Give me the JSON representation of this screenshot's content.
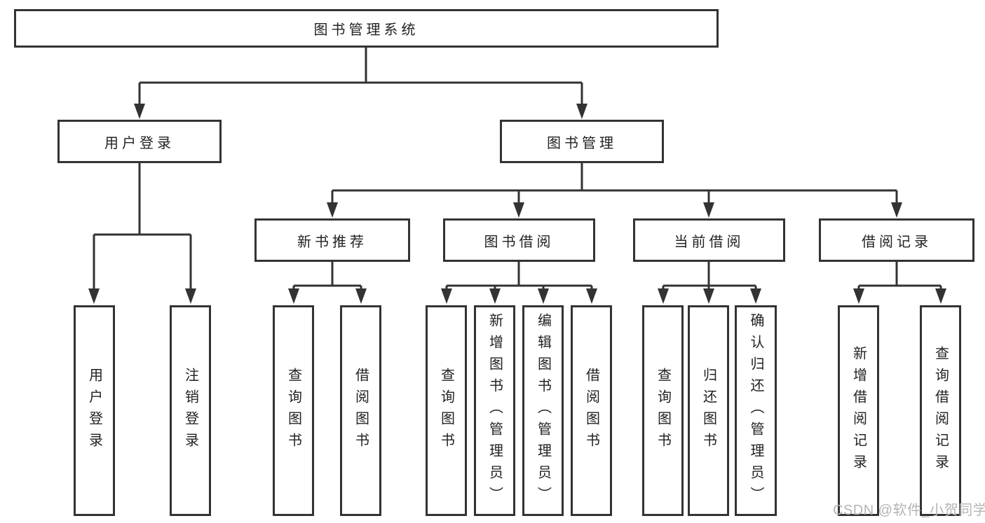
{
  "colors": {
    "line": "#333333",
    "box_border": "#333333",
    "text": "#222222",
    "watermark": "#b5b5b5",
    "background": "#ffffff"
  },
  "watermark": {
    "text": "CSDN @软件_小贺同学"
  },
  "nodes": {
    "root": {
      "label": "图书管理系统"
    },
    "user_login": {
      "label": "用户登录"
    },
    "book_mgmt": {
      "label": "图书管理"
    },
    "new_book_rec": {
      "label": "新书推荐"
    },
    "book_borrow": {
      "label": "图书借阅"
    },
    "current_borrow": {
      "label": "当前借阅"
    },
    "borrow_record": {
      "label": "借阅记录"
    },
    "leaf_user_login": {
      "label": "用户登录"
    },
    "leaf_logout": {
      "label": "注销登录"
    },
    "leaf_rec_query_book": {
      "label": "查询图书"
    },
    "leaf_rec_borrow_book": {
      "label": "借阅图书"
    },
    "leaf_bb_query_book": {
      "label": "查询图书"
    },
    "leaf_bb_add_book": {
      "label": "新增图书（管理员）"
    },
    "leaf_bb_edit_book": {
      "label": "编辑图书（管理员）"
    },
    "leaf_bb_borrow_book": {
      "label": "借阅图书"
    },
    "leaf_cb_query_book": {
      "label": "查询图书"
    },
    "leaf_cb_return_book": {
      "label": "归还图书"
    },
    "leaf_cb_confirm_return": {
      "label": "确认归还（管理员）"
    },
    "leaf_br_add_record": {
      "label": "新增借阅记录"
    },
    "leaf_br_query_record": {
      "label": "查询借阅记录"
    }
  },
  "hierarchy": {
    "图书管理系统": {
      "用户登录": [
        "用户登录",
        "注销登录"
      ],
      "图书管理": {
        "新书推荐": [
          "查询图书",
          "借阅图书"
        ],
        "图书借阅": [
          "查询图书",
          "新增图书（管理员）",
          "编辑图书（管理员）",
          "借阅图书"
        ],
        "当前借阅": [
          "查询图书",
          "归还图书",
          "确认归还（管理员）"
        ],
        "借阅记录": [
          "新增借阅记录",
          "查询借阅记录"
        ]
      }
    }
  }
}
